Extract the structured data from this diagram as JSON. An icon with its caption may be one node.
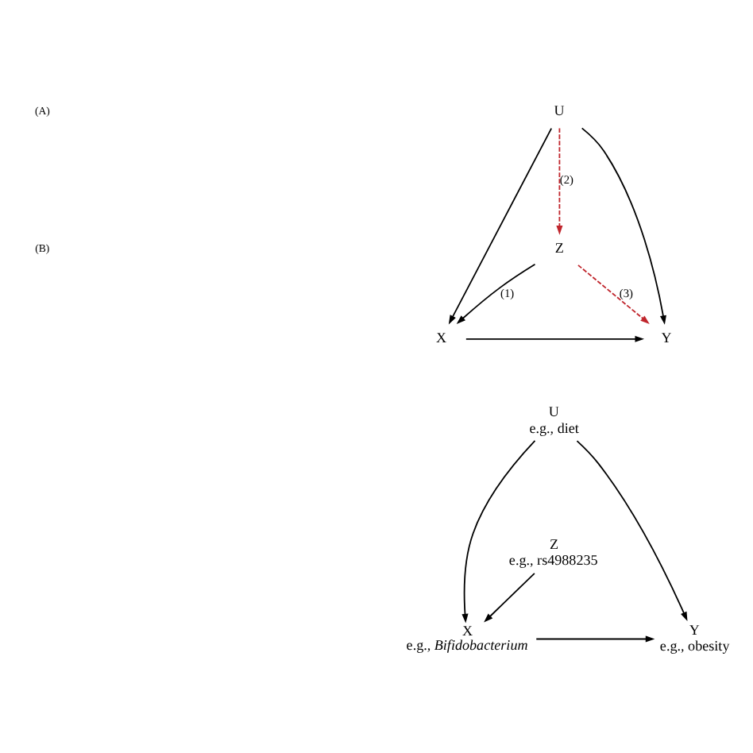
{
  "diagram": {
    "nodes": [
      {
        "text": [
          "U"
        ]
      },
      {
        "text": [
          "Z"
        ]
      },
      {
        "text": [
          "X"
        ]
      },
      {
        "text": [
          "Y"
        ]
      },
      {
        "text": [
          "U"
        ],
        "beside": [
          "e.g., diet"
        ]
      },
      {
        "text": [
          "Z"
        ],
        "beside": [
          "e.g., rs4988235"
        ]
      },
      {
        "text": [
          "X"
        ],
        "beside": [
          "e.g., *Bifidobacterium*"
        ]
      },
      {
        "text": [
          "Y"
        ],
        "beside": [
          "e.g., obesity"
        ]
      }
    ],
    "edges": [
      {
        "from": 0,
        "to": 2,
        "arrow": "to"
      },
      {
        "from": 0,
        "to": 3,
        "arrow": "to"
      },
      {
        "from": 1,
        "to": 2,
        "arrow": "to",
        "label": "(1)"
      },
      {
        "from": 2,
        "to": 3,
        "arrow": "to"
      },
      {
        "from": 0,
        "to": 1,
        "arrow": "to",
        "label": "(2)",
        "style": "dashed",
        "color": "#c0262d"
      },
      {
        "from": 1,
        "to": 3,
        "arrow": "to",
        "label": "(3)",
        "style": "dashed",
        "color": "#c0262d"
      },
      {
        "from": 4,
        "to": 6,
        "arrow": "to"
      },
      {
        "from": 4,
        "to": 7,
        "arrow": "to"
      },
      {
        "from": 5,
        "to": 6,
        "arrow": "to"
      },
      {
        "from": 6,
        "to": 7,
        "arrow": "to"
      }
    ],
    "labels": [
      "(A)",
      "(B)"
    ]
  }
}
